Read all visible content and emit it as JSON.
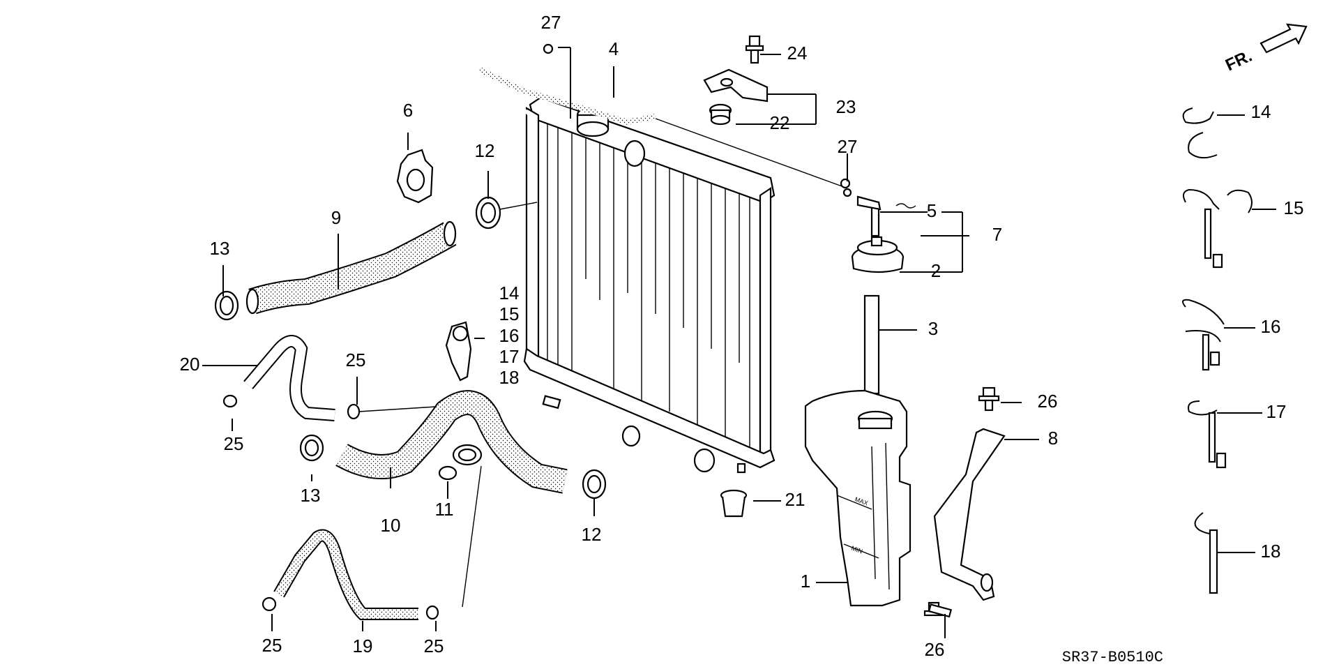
{
  "title": "",
  "direction_arrow": {
    "label": "FR.",
    "icon": "forward-arrow-icon"
  },
  "diagram_code": "SR37-B0510C",
  "reservoir_marks": {
    "max": "MAX",
    "min": "MIN"
  },
  "callouts": {
    "n1": "1",
    "n2": "2",
    "n3": "3",
    "n4": "4",
    "n5": "5",
    "n6": "6",
    "n7": "7",
    "n8": "8",
    "n9": "9",
    "n10": "10",
    "n11": "11",
    "n12": "12",
    "n13": "13",
    "n14": "14",
    "n15": "15",
    "n16": "16",
    "n17": "17",
    "n18": "18",
    "n19": "19",
    "n20": "20",
    "n21": "21",
    "n22": "22",
    "n23": "23",
    "n24": "24",
    "n25": "25",
    "n26": "26",
    "n27": "27"
  },
  "colors": {
    "line": "#000000",
    "background": "#ffffff",
    "stipple": "#000000"
  }
}
